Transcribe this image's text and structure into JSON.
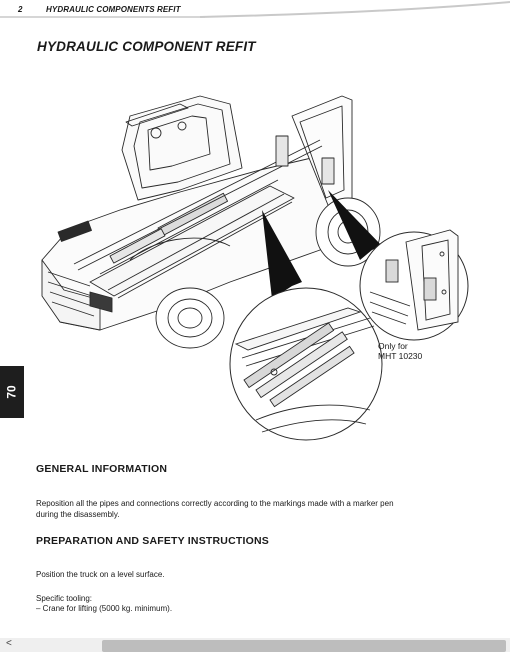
{
  "header": {
    "page_number": "2",
    "title": "HYDRAULIC COMPONENTS REFIT"
  },
  "page_title": "HYDRAULIC COMPONENT REFIT",
  "figure": {
    "callout_line1": "Only for",
    "callout_line2": "MHT 10230"
  },
  "side_tab": {
    "label": "70"
  },
  "sections": {
    "general_information": {
      "heading": "GENERAL INFORMATION",
      "line1": "Reposition all the pipes and connections correctly according to the markings made with a marker pen",
      "line2": "during the disassembly."
    },
    "preparation": {
      "heading": "PREPARATION AND SAFETY INSTRUCTIONS",
      "level_surface": "Position the truck on a level surface.",
      "tooling_label": "Specific tooling:",
      "tooling_item": "–  Crane for lifting (5000 kg. minimum)."
    }
  },
  "footer": {
    "chevron": "<"
  }
}
